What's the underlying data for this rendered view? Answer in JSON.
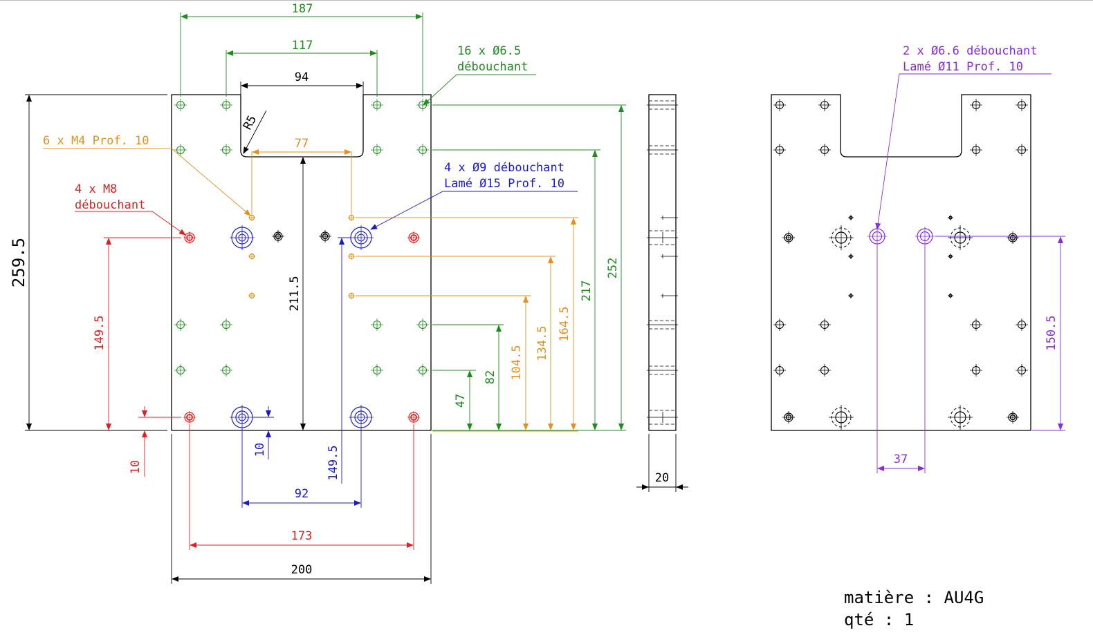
{
  "colors": {
    "outline": "#000000",
    "green": "#1e8c1e",
    "orange": "#e8901e",
    "red": "#e02020",
    "blue": "#1a1acc",
    "purple": "#8a2be2"
  },
  "dimensions": {
    "w187": "187",
    "w117": "117",
    "w94": "94",
    "r5": "R5",
    "w77": "77",
    "h259_5": "259.5",
    "h211_5": "211.5",
    "h149_5_red": "149.5",
    "h10_red": "10",
    "h10_blue": "10",
    "h149_5_blue": "149.5",
    "w92": "92",
    "w173": "173",
    "w200": "200",
    "h252": "252",
    "h217": "217",
    "h164_5": "164.5",
    "h134_5": "134.5",
    "h104_5": "104.5",
    "h82": "82",
    "h47": "47",
    "t20": "20",
    "w37": "37",
    "h150_5": "150.5"
  },
  "notes": {
    "green": [
      "16 x Ø6.5",
      "débouchant"
    ],
    "orange": [
      "6 x M4 Prof. 10"
    ],
    "red": [
      "4 x M8",
      "débouchant"
    ],
    "blue": [
      "4 x Ø9 débouchant",
      "Lamé Ø15 Prof. 10"
    ],
    "purple": [
      "2 x Ø6.6 débouchant",
      "Lamé Ø11 Prof. 10"
    ]
  },
  "footer": {
    "material": "matière : AU4G",
    "quantity": "qté : 1"
  }
}
